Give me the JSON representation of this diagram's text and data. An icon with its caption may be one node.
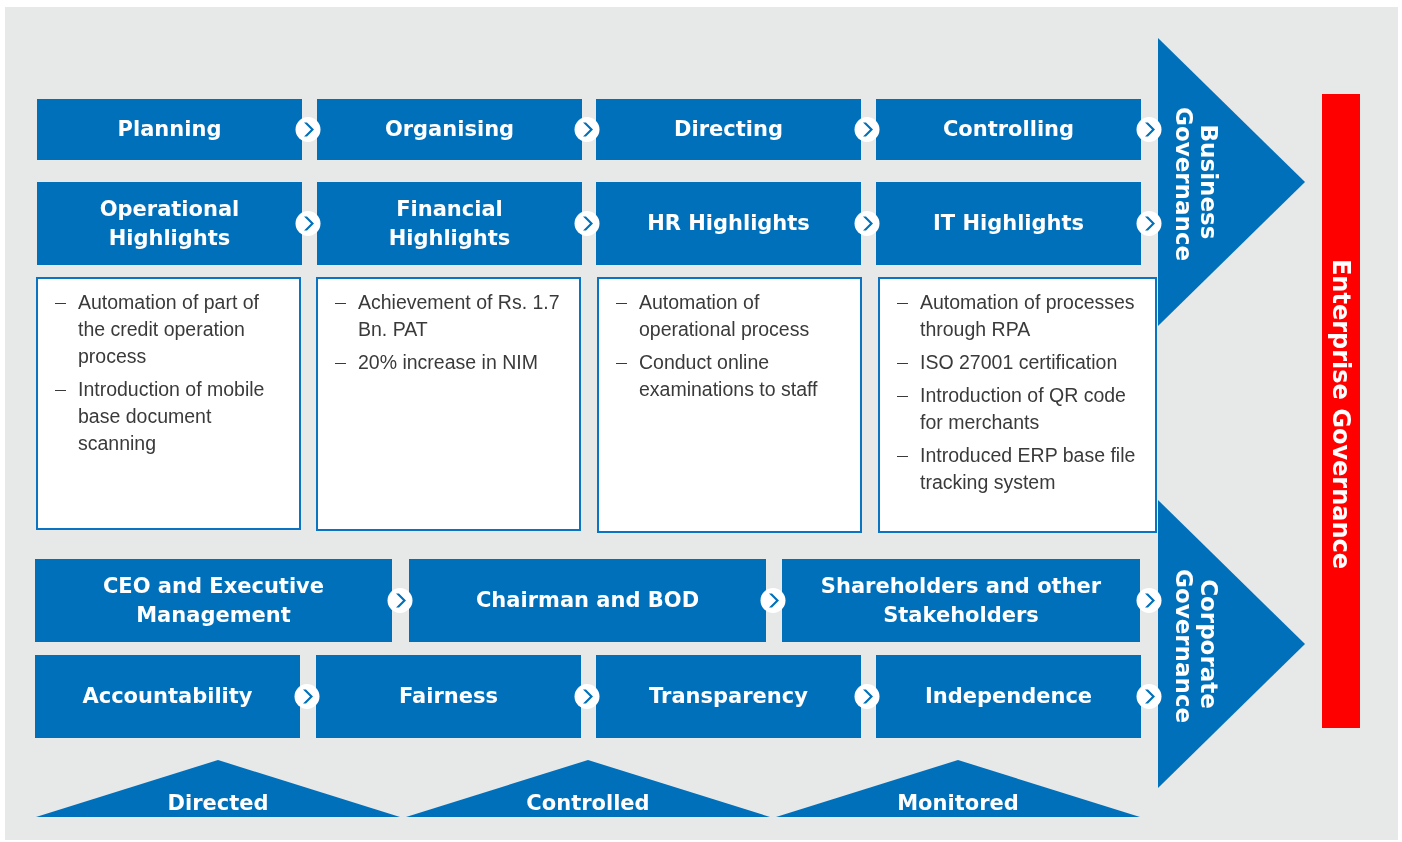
{
  "diagram": {
    "nodes": [
      {
        "text": [
          "Planning"
        ]
      },
      {
        "text": [
          "Organising"
        ]
      },
      {
        "text": [
          "Directing"
        ]
      },
      {
        "text": [
          "Controlling"
        ]
      },
      {
        "text": [
          "Operational Highlights"
        ]
      },
      {
        "text": [
          "Financial Highlights"
        ]
      },
      {
        "text": [
          "HR Highlights"
        ]
      },
      {
        "text": [
          "IT Highlights"
        ]
      },
      {
        "text": [
          "Automation of part of the credit operation process",
          "Introduction of mobile base document scanning"
        ]
      },
      {
        "text": [
          "Achievement of Rs. 1.7 Bn. PAT",
          "20% increase in NIM"
        ]
      },
      {
        "text": [
          "Automation of operational process",
          "Conduct online examinations to staff"
        ]
      },
      {
        "text": [
          "Automation of processes through RPA",
          "ISO 27001 certification",
          "Introduction of QR code for merchants",
          "Introduced ERP base file tracking system"
        ]
      },
      {
        "text": [
          "CEO and Executive Management"
        ]
      },
      {
        "text": [
          "Chairman and BOD"
        ]
      },
      {
        "text": [
          "Shareholders and other Stakeholders"
        ]
      },
      {
        "text": [
          "Accountability"
        ]
      },
      {
        "text": [
          "Fairness"
        ]
      },
      {
        "text": [
          "Transparency"
        ]
      },
      {
        "text": [
          "Independence"
        ]
      },
      {
        "text": [
          "Business Governance"
        ]
      },
      {
        "text": [
          "Corporate Governance"
        ]
      },
      {
        "text": [
          "Enterprise Governance"
        ]
      },
      {
        "text": [
          "Directed"
        ]
      },
      {
        "text": [
          "Controlled"
        ]
      },
      {
        "text": [
          "Monitored"
        ]
      }
    ],
    "edges": [
      {
        "from": 0,
        "to": 1,
        "arrow": "to"
      },
      {
        "from": 1,
        "to": 2,
        "arrow": "to"
      },
      {
        "from": 2,
        "to": 3,
        "arrow": "to"
      },
      {
        "from": 3,
        "to": 19,
        "arrow": "to"
      },
      {
        "from": 4,
        "to": 5,
        "arrow": "to"
      },
      {
        "from": 5,
        "to": 6,
        "arrow": "to"
      },
      {
        "from": 6,
        "to": 7,
        "arrow": "to"
      },
      {
        "from": 7,
        "to": 19,
        "arrow": "to"
      },
      {
        "from": 12,
        "to": 13,
        "arrow": "to"
      },
      {
        "from": 13,
        "to": 14,
        "arrow": "to"
      },
      {
        "from": 14,
        "to": 20,
        "arrow": "to"
      },
      {
        "from": 15,
        "to": 16,
        "arrow": "to"
      },
      {
        "from": 16,
        "to": 17,
        "arrow": "to"
      },
      {
        "from": 17,
        "to": 18,
        "arrow": "to"
      },
      {
        "from": 18,
        "to": 20,
        "arrow": "to"
      }
    ]
  }
}
